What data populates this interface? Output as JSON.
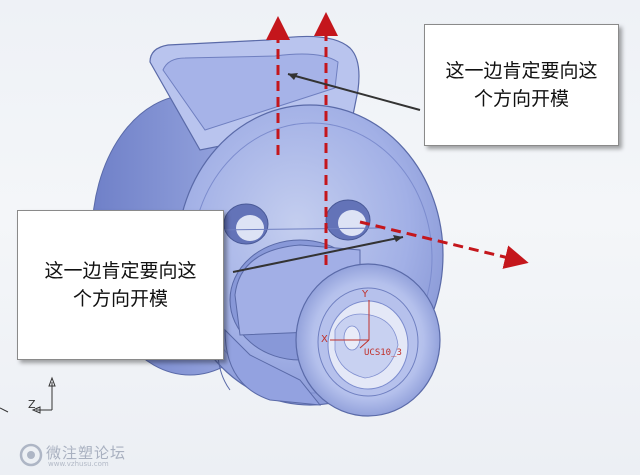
{
  "callouts": {
    "top_right": {
      "line1": "这一边肯定要向这",
      "line2": "个方向开模"
    },
    "bottom_left": {
      "line1": "这一边肯定要向这",
      "line2": "个方向开模"
    }
  },
  "ucs": {
    "label": "UCS10_3",
    "axis_y": "Y",
    "axis_x": "X"
  },
  "triad": {
    "axis_z": "Z"
  },
  "watermark": {
    "title": "微注塑论坛",
    "url": "www.vzhusu.com"
  },
  "colors": {
    "part_fill": "#9aa9e6",
    "part_edge": "#5a6aa8",
    "arrow": "#c4161c",
    "leader": "#333333"
  }
}
